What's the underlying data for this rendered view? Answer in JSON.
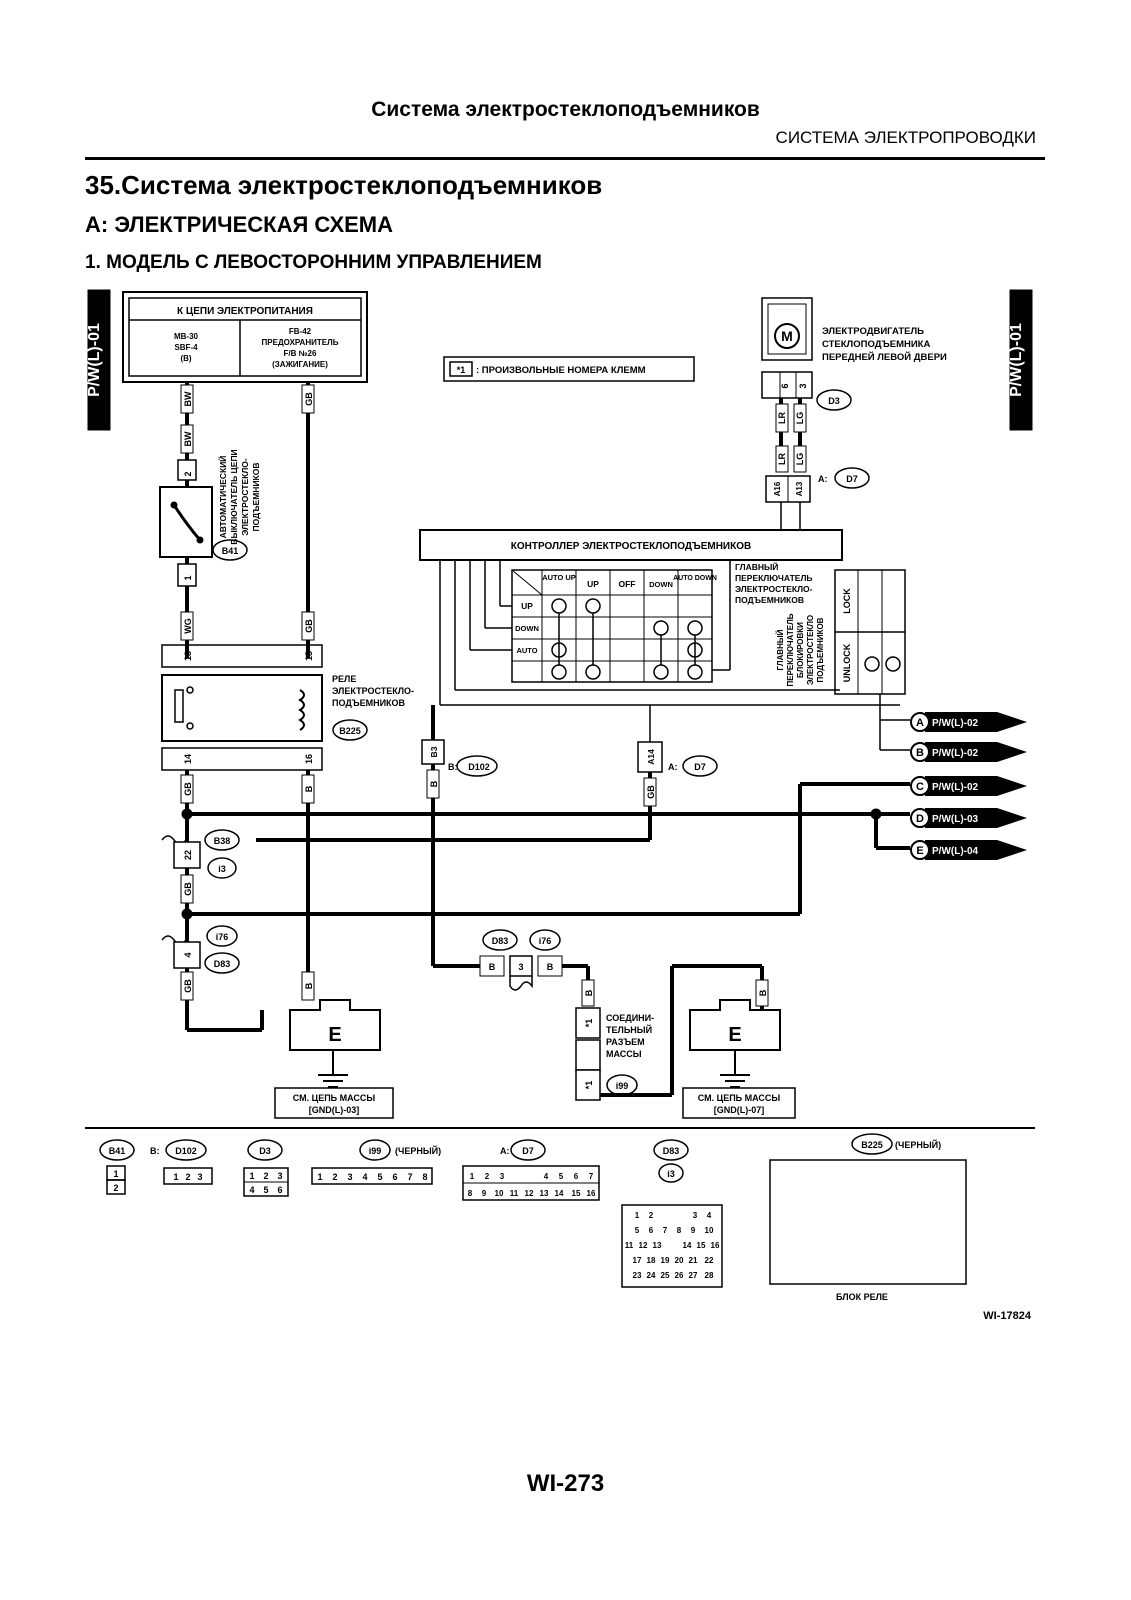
{
  "header": {
    "title": "Система электростеклоподъемников",
    "subtitle": "СИСТЕМА ЭЛЕКТРОПРОВОДКИ"
  },
  "section": {
    "title": "35.Система электростеклоподъемников",
    "subsection": "A:  ЭЛЕКТРИЧЕСКАЯ СХЕМА",
    "item": "1.  МОДЕЛЬ С ЛЕВОСТОРОННИМ УПРАВЛЕНИЕМ"
  },
  "side_tabs": {
    "left": "P/W(L)-01",
    "right": "P/W(L)-01"
  },
  "power_box": {
    "title": "К ЦЕПИ ЭЛЕКТРОПИТАНИЯ",
    "left_lines": [
      "MB-30",
      "SBF-4",
      "(B)"
    ],
    "right_lines": [
      "FB-42",
      "ПРЕДОХРАНИТЕЛЬ",
      "F/B №26",
      "(ЗАЖИГАНИЕ)"
    ]
  },
  "legend_note": {
    "symbol": "*1",
    "text": ": ПРОИЗВОЛЬНЫЕ НОМЕРА КЛЕММ"
  },
  "motor": {
    "symbol": "M",
    "lines": [
      "ЭЛЕКТРОДВИГАТЕЛЬ",
      "СТЕКЛОПОДЪЕМНИКА",
      "ПЕРЕДНЕЙ ЛЕВОЙ ДВЕРИ"
    ],
    "pin_a": "6",
    "pin_b": "3",
    "connector": "D3",
    "wire_a": "LR",
    "wire_b": "LG",
    "d7_prefix": "A:",
    "d7": "D7",
    "d7_pin_a": "A16",
    "d7_pin_b": "A13"
  },
  "breaker": {
    "lines": [
      "АВТОМАТИЧЕСКИЙ",
      "ВЫКЛЮЧАТЕЛЬ ЦЕПИ",
      "ЭЛЕКТРОСТЕКЛО-",
      "ПОДЪЕМНИКОВ"
    ],
    "connector": "B41",
    "pin_top": "2",
    "pin_bottom": "1"
  },
  "wires": {
    "bw": "BW",
    "gb": "GB",
    "wg": "WG",
    "b": "B"
  },
  "controller": {
    "title": "КОНТРОЛЛЕР ЭЛЕКТРОСТЕКЛОПОДЪЕМНИКОВ",
    "col_headers": [
      "AUTO UP",
      "UP",
      "OFF",
      "DOWN",
      "AUTO DOWN"
    ],
    "row_labels": [
      "UP",
      "DOWN",
      "AUTO"
    ],
    "main_switch": [
      "ГЛАВНЫЙ",
      "ПЕРЕКЛЮЧАТЕЛЬ",
      "ЭЛЕКТРОСТЕКЛО-",
      "ПОДЪЕМНИКОВ"
    ],
    "lock_switch": [
      "ГЛАВНЫЙ",
      "ПЕРЕКЛЮЧАТЕЛЬ",
      "БЛОКИРОВКИ",
      "ЭЛЕКТРОСТЕКЛО",
      "ПОДЪЕМНИКОВ"
    ],
    "lock": "LOCK",
    "unlock": "UNLOCK"
  },
  "relay": {
    "lines": [
      "РЕЛЕ",
      "ЭЛЕКТРОСТЕКЛО-",
      "ПОДЪЕМНИКОВ"
    ],
    "connector": "B225",
    "pins": [
      "13",
      "15",
      "14",
      "16"
    ]
  },
  "d102": {
    "prefix": "B:",
    "name": "D102",
    "pin": "B3"
  },
  "d7b": {
    "prefix": "A:",
    "name": "D7",
    "pin": "A14"
  },
  "splices": {
    "b38": "B38",
    "i3": "i3",
    "p22": "22",
    "i76": "i76",
    "d83": "D83",
    "p4": "4",
    "p3": "3"
  },
  "offpage": [
    {
      "letter": "A",
      "ref": "P/W(L)-02"
    },
    {
      "letter": "B",
      "ref": "P/W(L)-02"
    },
    {
      "letter": "C",
      "ref": "P/W(L)-02"
    },
    {
      "letter": "D",
      "ref": "P/W(L)-03"
    },
    {
      "letter": "E",
      "ref": "P/W(L)-04"
    }
  ],
  "ground_joint": {
    "lines": [
      "СОЕДИНИ-",
      "ТЕЛЬНЫЙ",
      "РАЗЪЕМ",
      "МАССЫ"
    ],
    "connector": "i99",
    "pin": "*1"
  },
  "grounds": [
    {
      "letter": "E",
      "lines": [
        "СМ. ЦЕПЬ МАССЫ",
        "[GND(L)-03]"
      ]
    },
    {
      "letter": "E",
      "lines": [
        "СМ. ЦЕПЬ МАССЫ",
        "[GND(L)-07]"
      ]
    }
  ],
  "connector_views": {
    "b41": {
      "name": "B41",
      "pins": [
        "1",
        "2"
      ]
    },
    "d102": {
      "prefix": "B:",
      "name": "D102",
      "pins": [
        "1",
        "2",
        "3"
      ]
    },
    "d3": {
      "name": "D3",
      "pins": [
        "1",
        "2",
        "3",
        "4",
        "5",
        "6"
      ]
    },
    "i99": {
      "name": "i99",
      "note": "(ЧЕРНЫЙ)",
      "pins": [
        "1",
        "2",
        "3",
        "4",
        "5",
        "6",
        "7",
        "8"
      ]
    },
    "d7": {
      "prefix": "A:",
      "name": "D7",
      "row1": [
        "1",
        "2",
        "3",
        "",
        "4",
        "5",
        "6",
        "7"
      ],
      "row2": [
        "8",
        "9",
        "10",
        "11",
        "12",
        "13",
        "14",
        "15",
        "16"
      ]
    },
    "d83": {
      "name": "D83",
      "name2": "i3",
      "rows": [
        [
          "1",
          "2",
          "",
          "3",
          "4"
        ],
        [
          "5",
          "6",
          "7",
          "8",
          "9",
          "10"
        ],
        [
          "11",
          "12",
          "13",
          "",
          "14",
          "15",
          "16"
        ],
        [
          "17",
          "18",
          "19",
          "20",
          "21",
          "22"
        ],
        [
          "23",
          "24",
          "25",
          "26",
          "27",
          "28"
        ]
      ]
    },
    "b225": {
      "name": "B225",
      "note": "(ЧЕРНЫЙ)",
      "caption": "БЛОК РЕЛЕ"
    }
  },
  "doc_code": "WI-17824",
  "page_number": "WI-273"
}
